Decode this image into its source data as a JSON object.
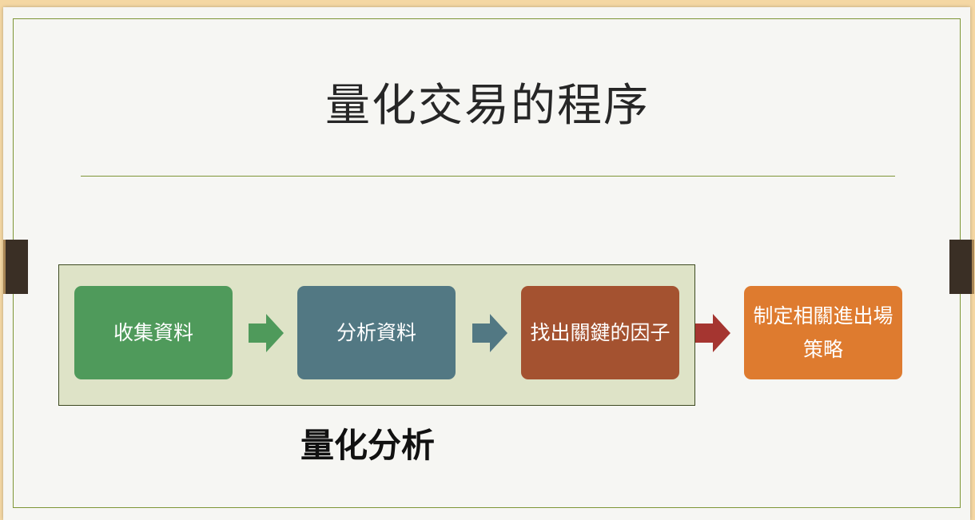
{
  "title": "量化交易的程序",
  "steps": [
    {
      "label": "收集資料",
      "color": "#4f9a5b"
    },
    {
      "label": "分析資料",
      "color": "#527883"
    },
    {
      "label": "找出關鍵的因子",
      "color": "#a45230"
    },
    {
      "label": "制定相關進出場策略",
      "color": "#de7b2f"
    }
  ],
  "arrows": [
    {
      "color": "#4f9a5b"
    },
    {
      "color": "#527883"
    },
    {
      "color": "#a53530"
    }
  ],
  "group_label": "量化分析",
  "colors": {
    "group_fill": "#dee3c7",
    "accent_line": "#7e9636"
  }
}
